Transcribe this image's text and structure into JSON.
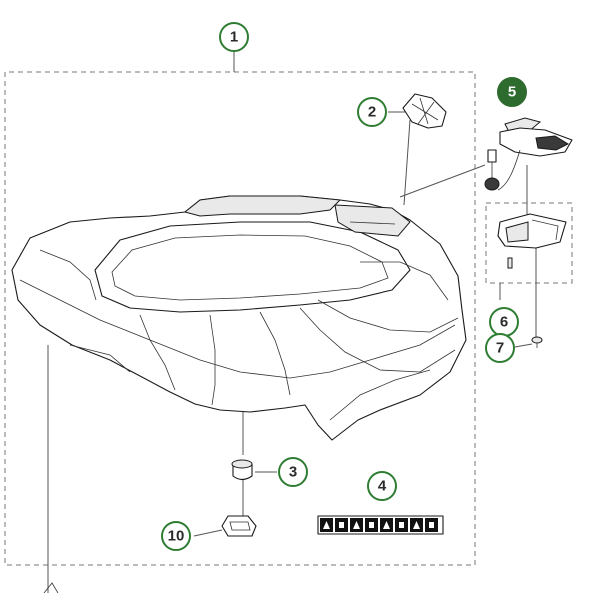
{
  "callouts": [
    {
      "id": "1",
      "label": "1"
    },
    {
      "id": "2",
      "label": "2"
    },
    {
      "id": "3",
      "label": "3"
    },
    {
      "id": "4",
      "label": "4"
    },
    {
      "id": "5",
      "label": "5"
    },
    {
      "id": "6",
      "label": "6"
    },
    {
      "id": "7",
      "label": "7"
    },
    {
      "id": "10",
      "label": "10"
    }
  ],
  "colors": {
    "callout_stroke": "#2e7d32",
    "callout_highlight": "#2e6b2e",
    "line": "#1a1a1a"
  }
}
